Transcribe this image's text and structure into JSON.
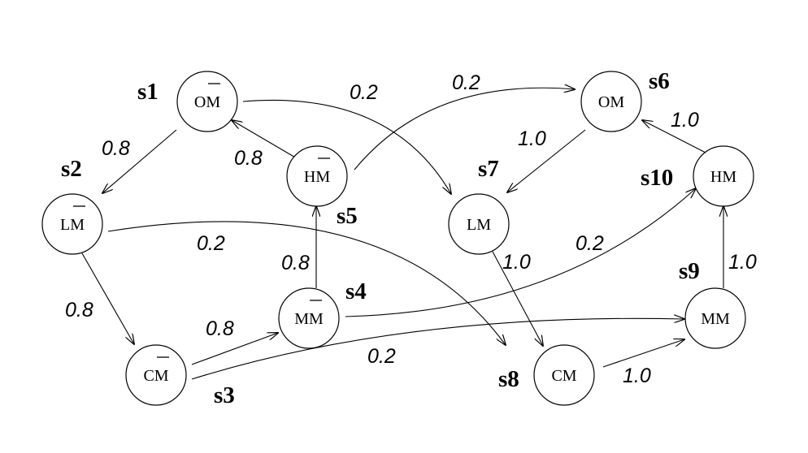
{
  "nodes": [
    {
      "id": "s1",
      "abbr": "OM",
      "bar": true,
      "label": "s1"
    },
    {
      "id": "s2",
      "abbr": "LM",
      "bar": true,
      "label": "s2"
    },
    {
      "id": "s3",
      "abbr": "CM",
      "bar": true,
      "label": "s3"
    },
    {
      "id": "s4",
      "abbr": "MM",
      "bar": true,
      "label": "s4"
    },
    {
      "id": "s5",
      "abbr": "HM",
      "bar": true,
      "label": "s5"
    },
    {
      "id": "s6",
      "abbr": "OM",
      "bar": false,
      "label": "s6"
    },
    {
      "id": "s7",
      "abbr": "LM",
      "bar": false,
      "label": "s7"
    },
    {
      "id": "s8",
      "abbr": "CM",
      "bar": false,
      "label": "s8"
    },
    {
      "id": "s9",
      "abbr": "MM",
      "bar": false,
      "label": "s9"
    },
    {
      "id": "s10",
      "abbr": "HM",
      "bar": false,
      "label": "s10"
    }
  ],
  "edges": [
    {
      "from": "s1",
      "to": "s2",
      "prob": "0.8"
    },
    {
      "from": "s1",
      "to": "s7",
      "prob": "0.2"
    },
    {
      "from": "s2",
      "to": "s3",
      "prob": "0.8"
    },
    {
      "from": "s2",
      "to": "s8",
      "prob": "0.2"
    },
    {
      "from": "s3",
      "to": "s4",
      "prob": "0.8"
    },
    {
      "from": "s3",
      "to": "s9",
      "prob": "0.2"
    },
    {
      "from": "s4",
      "to": "s5",
      "prob": "0.8"
    },
    {
      "from": "s4",
      "to": "s10",
      "prob": "0.2"
    },
    {
      "from": "s5",
      "to": "s1",
      "prob": "0.8"
    },
    {
      "from": "s5",
      "to": "s6",
      "prob": "0.2"
    },
    {
      "from": "s6",
      "to": "s7",
      "prob": "1.0"
    },
    {
      "from": "s7",
      "to": "s8",
      "prob": "1.0"
    },
    {
      "from": "s8",
      "to": "s9",
      "prob": "1.0"
    },
    {
      "from": "s9",
      "to": "s10",
      "prob": "1.0"
    },
    {
      "from": "s10",
      "to": "s6",
      "prob": "1.0"
    }
  ]
}
